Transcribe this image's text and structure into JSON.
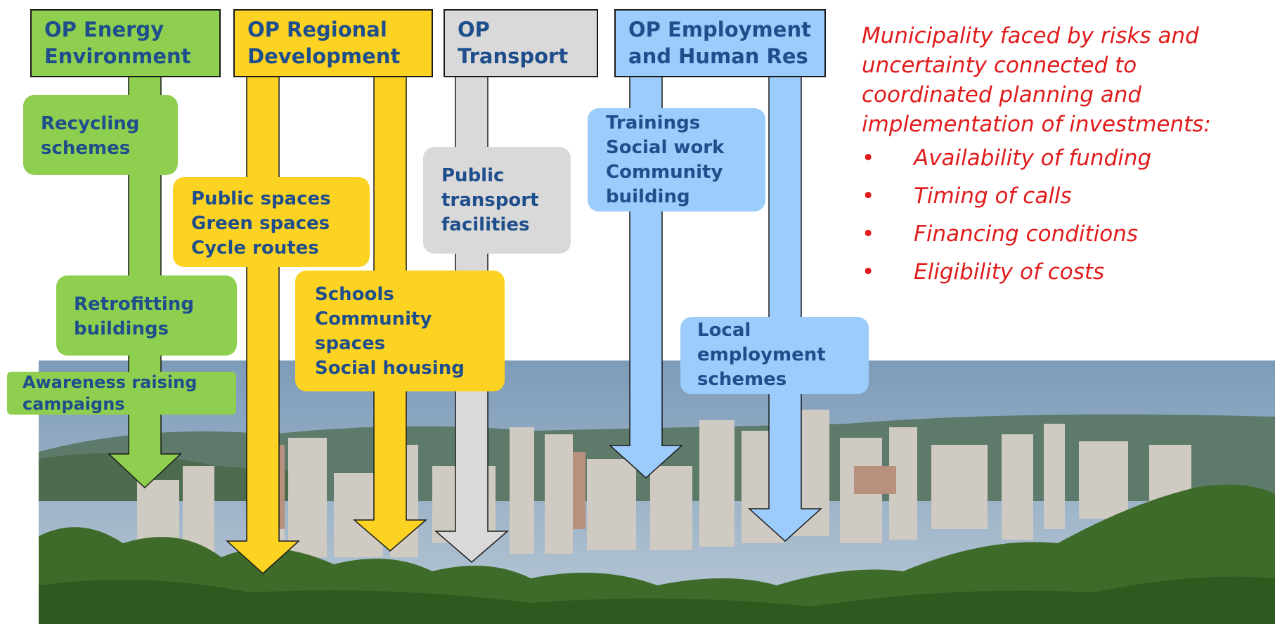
{
  "colors": {
    "energy": "#8ecf4f",
    "regional": "#fdd323",
    "transport": "#d9d9d9",
    "employment": "#9cccfb",
    "label_text": "#1f4e8c",
    "note_text": "#e01b1b"
  },
  "headers": {
    "energy": [
      "OP Energy",
      "Environment"
    ],
    "regional": [
      "OP Regional",
      "Development"
    ],
    "transport": [
      "OP",
      "Transport"
    ],
    "employment": [
      "OP Employment",
      "and Human Res"
    ]
  },
  "boxes": {
    "recycling": [
      "Recycling",
      "schemes"
    ],
    "retrofitting": [
      "Retrofitting",
      "buildings"
    ],
    "awareness": [
      "Awareness raising",
      "campaigns"
    ],
    "public_spaces": [
      "Public spaces",
      "Green spaces",
      "Cycle routes"
    ],
    "schools": [
      "Schools",
      "Community",
      "spaces",
      "Social housing"
    ],
    "public_transport": [
      "Public",
      "transport",
      "facilities"
    ],
    "trainings": [
      "Trainings",
      "Social work",
      "Community",
      "building"
    ],
    "local_employment": [
      "Local",
      "employment",
      "schemes"
    ]
  },
  "note": {
    "lines": [
      "Municipality faced by risks and",
      "uncertainty connected to",
      "coordinated planning and",
      "implementation of  investments:"
    ],
    "bullet_symbol": "•",
    "bullets": [
      "Availability of funding",
      "Timing of calls",
      "Financing conditions",
      "Eligibility of costs"
    ]
  }
}
